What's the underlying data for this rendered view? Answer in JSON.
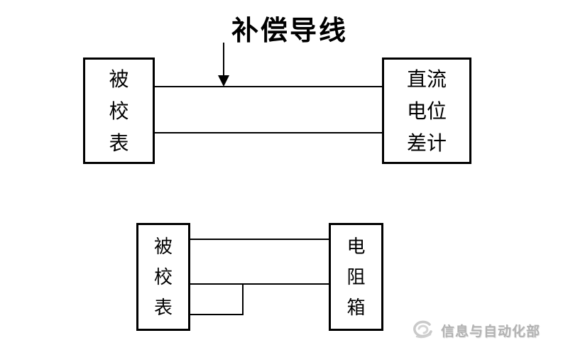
{
  "colors": {
    "background": "#ffffff",
    "line": "#000000",
    "text": "#000000",
    "watermark": "#b2b2b2"
  },
  "top_diagram": {
    "title": "补偿导线",
    "arrow_icon": "arrow-down-icon",
    "left_box": {
      "label": "被校表",
      "chars": [
        "被",
        "校",
        "表"
      ]
    },
    "right_box": {
      "label": "直流电位差计",
      "rows": [
        "直流",
        "电位",
        "差计"
      ]
    },
    "wires": [
      "top-wire",
      "bottom-wire"
    ]
  },
  "bottom_diagram": {
    "left_box": {
      "label": "被校表",
      "chars": [
        "被",
        "校",
        "表"
      ]
    },
    "right_box": {
      "label": "电阻箱",
      "chars": [
        "电",
        "阻",
        "箱"
      ]
    },
    "wires": [
      "top-wire",
      "middle-wire",
      "stub-wire",
      "stub-riser"
    ]
  },
  "watermark": {
    "logo_icon": "swirl-logo-icon",
    "text": "信息与自动化部"
  }
}
